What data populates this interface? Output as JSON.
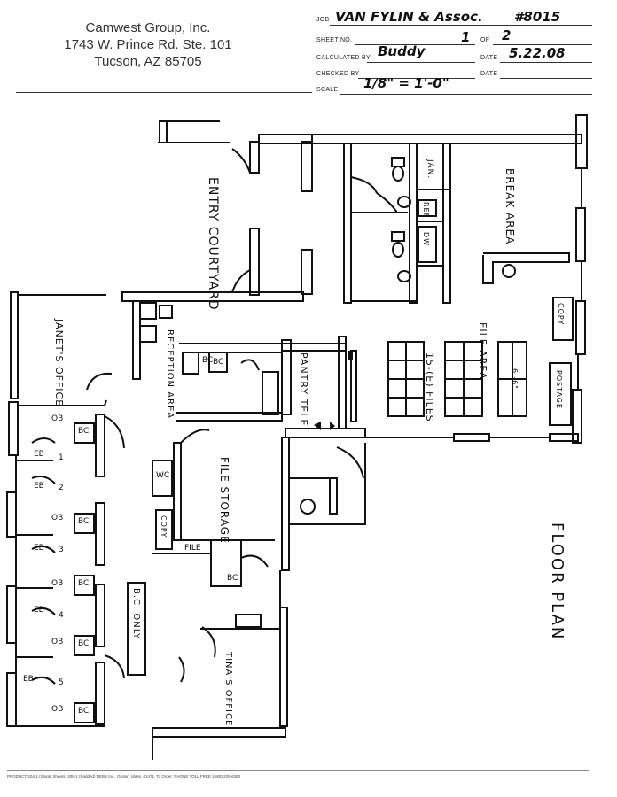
{
  "company": {
    "name": "Camwest Group, Inc.",
    "address1": "1743 W. Prince Rd. Ste. 101",
    "address2": "Tucson, AZ 85705"
  },
  "title_block": {
    "job_label": "JOB",
    "job_value": "VAN FYLIN & Assoc.",
    "job_number": "#8015",
    "sheet_label": "SHEET NO.",
    "sheet_value": "1",
    "of_label": "OF",
    "of_value": "2",
    "calc_label": "CALCULATED BY",
    "calc_value": "Buddy",
    "date_label": "DATE",
    "date_value": "5.22.08",
    "checked_label": "CHECKED BY",
    "checked_value": "",
    "date2_label": "DATE",
    "date2_value": "",
    "scale_label": "SCALE",
    "scale_value": "1/8\" = 1'-0\""
  },
  "rooms": {
    "entry": "ENTRY",
    "courtyard": "COURTYARD",
    "break_area": "BREAK AREA",
    "jan": "JAN.",
    "refr": "REF",
    "dw": "DW",
    "janets_office": "JANET'S OFFICE",
    "reception_area": "RECEPTION AREA",
    "pantry": "PANTRY",
    "tele": "TELE",
    "file_area": "FILE AREA",
    "files_note": "15-(E) FILES",
    "copy": "COPY",
    "postage": "POSTAGE",
    "sixty_six": "6'-6\"",
    "file_storage": "FILE STORAGE",
    "copy2": "COPY",
    "file": "FILE",
    "floor_plan": "FLOOR PLAN",
    "b_c_only": "B.C. ONLY",
    "tinas_office": "TINA'S OFFICE",
    "ob": "OB",
    "bc": "BC",
    "eb": "EB",
    "wc": "WC",
    "office_numbers": [
      "1",
      "2",
      "3",
      "4",
      "5"
    ]
  },
  "footer": {
    "text": "PRODUCT 204-1 (Single Sheets) 205-1 (Padded)  NEBS Inc., Groton, Mass. 01471. To Order: PHONE TOLL FREE 1-800-225-6380"
  }
}
